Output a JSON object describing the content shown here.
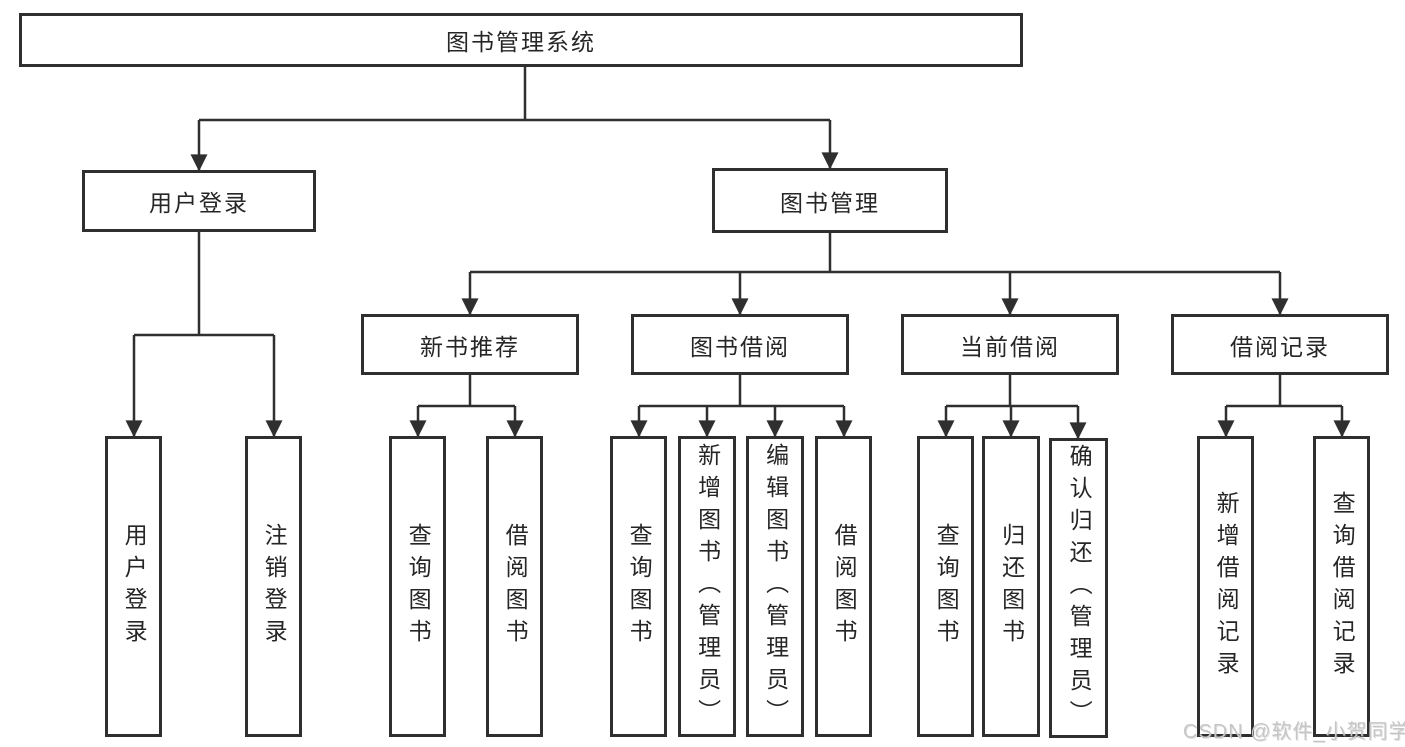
{
  "diagram_title": "图书管理系统",
  "tree": {
    "root": {
      "label": "图书管理系统"
    },
    "branches": [
      {
        "label": "用户登录",
        "leaves": [
          {
            "label": "用户登录"
          },
          {
            "label": "注销登录"
          }
        ]
      },
      {
        "label": "图书管理",
        "groups": [
          {
            "label": "新书推荐",
            "leaves": [
              {
                "label": "查询图书"
              },
              {
                "label": "借阅图书"
              }
            ]
          },
          {
            "label": "图书借阅",
            "leaves": [
              {
                "label": "查询图书"
              },
              {
                "label": "新增图书（管理员）"
              },
              {
                "label": "编辑图书（管理员）"
              },
              {
                "label": "借阅图书"
              }
            ]
          },
          {
            "label": "当前借阅",
            "leaves": [
              {
                "label": "查询图书"
              },
              {
                "label": "归还图书"
              },
              {
                "label": "确认归还（管理员）"
              }
            ]
          },
          {
            "label": "借阅记录",
            "leaves": [
              {
                "label": "新增借阅记录"
              },
              {
                "label": "查询借阅记录"
              }
            ]
          }
        ]
      }
    ]
  },
  "watermark": {
    "text": "CSDN @软件_小贺同学"
  },
  "colors": {
    "background": "#ffffff",
    "box_border": "#2f2f2f",
    "connector": "#2f2f2f",
    "text": "#262626",
    "watermark": "#c6c6c6"
  }
}
